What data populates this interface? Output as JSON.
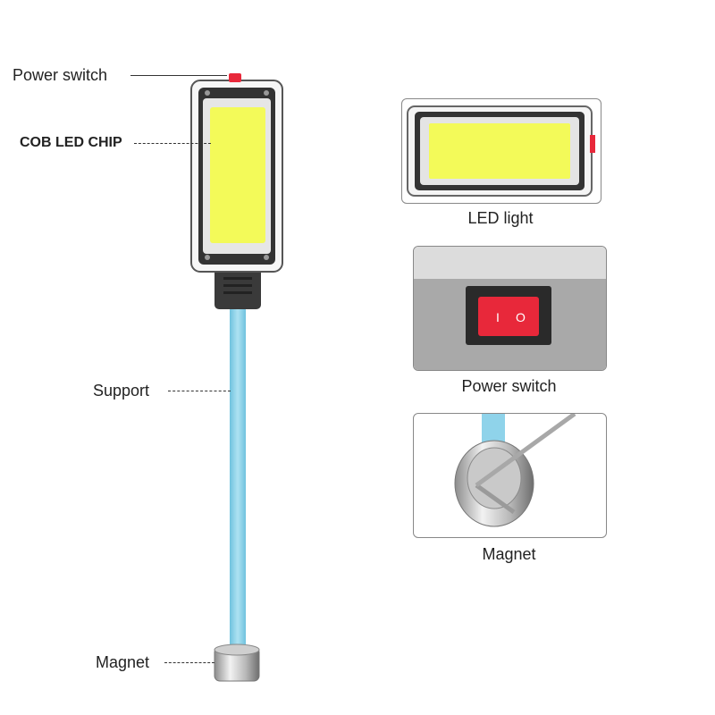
{
  "callouts": {
    "power_switch": "Power switch",
    "cob_led_chip": "COB LED CHIP",
    "support": "Support",
    "magnet": "Magnet"
  },
  "panels": {
    "led_light": "LED light",
    "power_switch": "Power switch",
    "magnet": "Magnet"
  },
  "switch_symbols": {
    "on": "I",
    "off": "O"
  },
  "colors": {
    "led_yellow": "#f3fa59",
    "arm_blue": "#8fd3ea",
    "switch_red": "#e8283a",
    "housing_gray": "#3a3a3a"
  }
}
